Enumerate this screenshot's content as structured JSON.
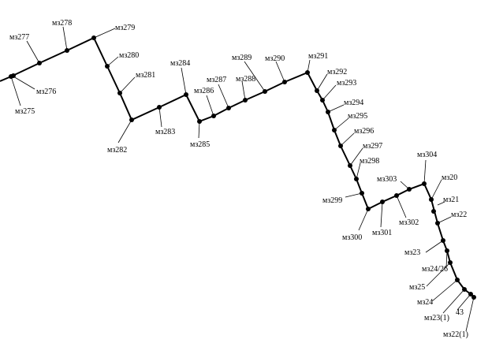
{
  "diagram": {
    "nodes": [
      {
        "id": "n275",
        "label": "мз275"
      },
      {
        "id": "n276",
        "label": "мз276"
      },
      {
        "id": "n277",
        "label": "мз277"
      },
      {
        "id": "n278",
        "label": "мз278"
      },
      {
        "id": "n279",
        "label": "мз279"
      },
      {
        "id": "n280",
        "label": "мз280"
      },
      {
        "id": "n281",
        "label": "мз281"
      },
      {
        "id": "n282",
        "label": "мз282"
      },
      {
        "id": "n283",
        "label": "мз283"
      },
      {
        "id": "n284",
        "label": "мз284"
      },
      {
        "id": "n285",
        "label": "мз285"
      },
      {
        "id": "n286",
        "label": "мз286"
      },
      {
        "id": "n287",
        "label": "мз287"
      },
      {
        "id": "n288",
        "label": "мз288"
      },
      {
        "id": "n289",
        "label": "мз289"
      },
      {
        "id": "n290",
        "label": "мз290"
      },
      {
        "id": "n291",
        "label": "мз291"
      },
      {
        "id": "n292",
        "label": "мз292"
      },
      {
        "id": "n293",
        "label": "мз293"
      },
      {
        "id": "n294",
        "label": "мз294"
      },
      {
        "id": "n295",
        "label": "мз295"
      },
      {
        "id": "n296",
        "label": "мз296"
      },
      {
        "id": "n297",
        "label": "мз297"
      },
      {
        "id": "n298",
        "label": "мз298"
      },
      {
        "id": "n299",
        "label": "мз299"
      },
      {
        "id": "n300",
        "label": "мз300"
      },
      {
        "id": "n301",
        "label": "мз301"
      },
      {
        "id": "n302",
        "label": "мз302"
      },
      {
        "id": "n303",
        "label": "мз303"
      },
      {
        "id": "n304",
        "label": "мз304"
      },
      {
        "id": "n20",
        "label": "мз20"
      },
      {
        "id": "n21",
        "label": "мз21"
      },
      {
        "id": "n22",
        "label": "мз22"
      },
      {
        "id": "n23",
        "label": "мз23"
      },
      {
        "id": "n2426",
        "label": "мз24/26"
      },
      {
        "id": "n25",
        "label": "мз25"
      },
      {
        "id": "n24",
        "label": "мз24"
      },
      {
        "id": "n231",
        "label": "мз23(1)"
      },
      {
        "id": "n43",
        "label": "43"
      },
      {
        "id": "n221",
        "label": "мз22(1)"
      }
    ]
  }
}
